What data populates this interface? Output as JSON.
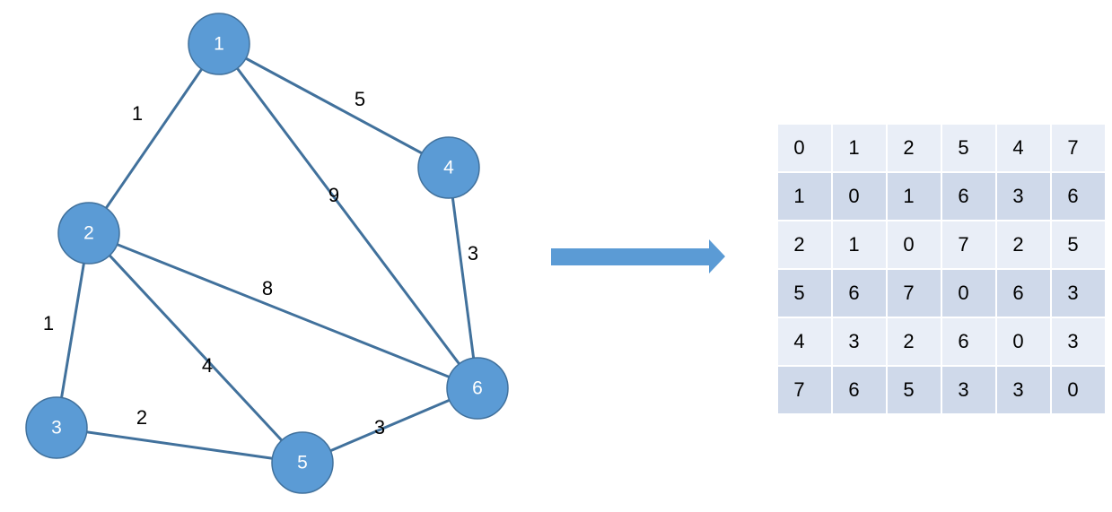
{
  "colors": {
    "node_fill": "#5b9bd5",
    "node_stroke": "#41719c",
    "edge": "#41719c",
    "arrow": "#5b9bd5",
    "row_light": "#e9eef7",
    "row_dark": "#cfd9ea",
    "cell_border": "#ffffff"
  },
  "graph": {
    "nodes": [
      {
        "id": 1,
        "label": "1"
      },
      {
        "id": 2,
        "label": "2"
      },
      {
        "id": 3,
        "label": "3"
      },
      {
        "id": 4,
        "label": "4"
      },
      {
        "id": 5,
        "label": "5"
      },
      {
        "id": 6,
        "label": "6"
      }
    ],
    "edges": [
      {
        "from": 1,
        "to": 2,
        "weight": "1"
      },
      {
        "from": 1,
        "to": 4,
        "weight": "5"
      },
      {
        "from": 1,
        "to": 6,
        "weight": "9"
      },
      {
        "from": 4,
        "to": 6,
        "weight": "3"
      },
      {
        "from": 2,
        "to": 3,
        "weight": "1"
      },
      {
        "from": 2,
        "to": 6,
        "weight": "8"
      },
      {
        "from": 2,
        "to": 5,
        "weight": "4"
      },
      {
        "from": 3,
        "to": 5,
        "weight": "2"
      },
      {
        "from": 5,
        "to": 6,
        "weight": "3"
      }
    ]
  },
  "matrix": [
    [
      "0",
      "1",
      "2",
      "5",
      "4",
      "7"
    ],
    [
      "1",
      "0",
      "1",
      "6",
      "3",
      "6"
    ],
    [
      "2",
      "1",
      "0",
      "7",
      "2",
      "5"
    ],
    [
      "5",
      "6",
      "7",
      "0",
      "6",
      "3"
    ],
    [
      "4",
      "3",
      "2",
      "6",
      "0",
      "3"
    ],
    [
      "7",
      "6",
      "5",
      "3",
      "3",
      "0"
    ]
  ]
}
